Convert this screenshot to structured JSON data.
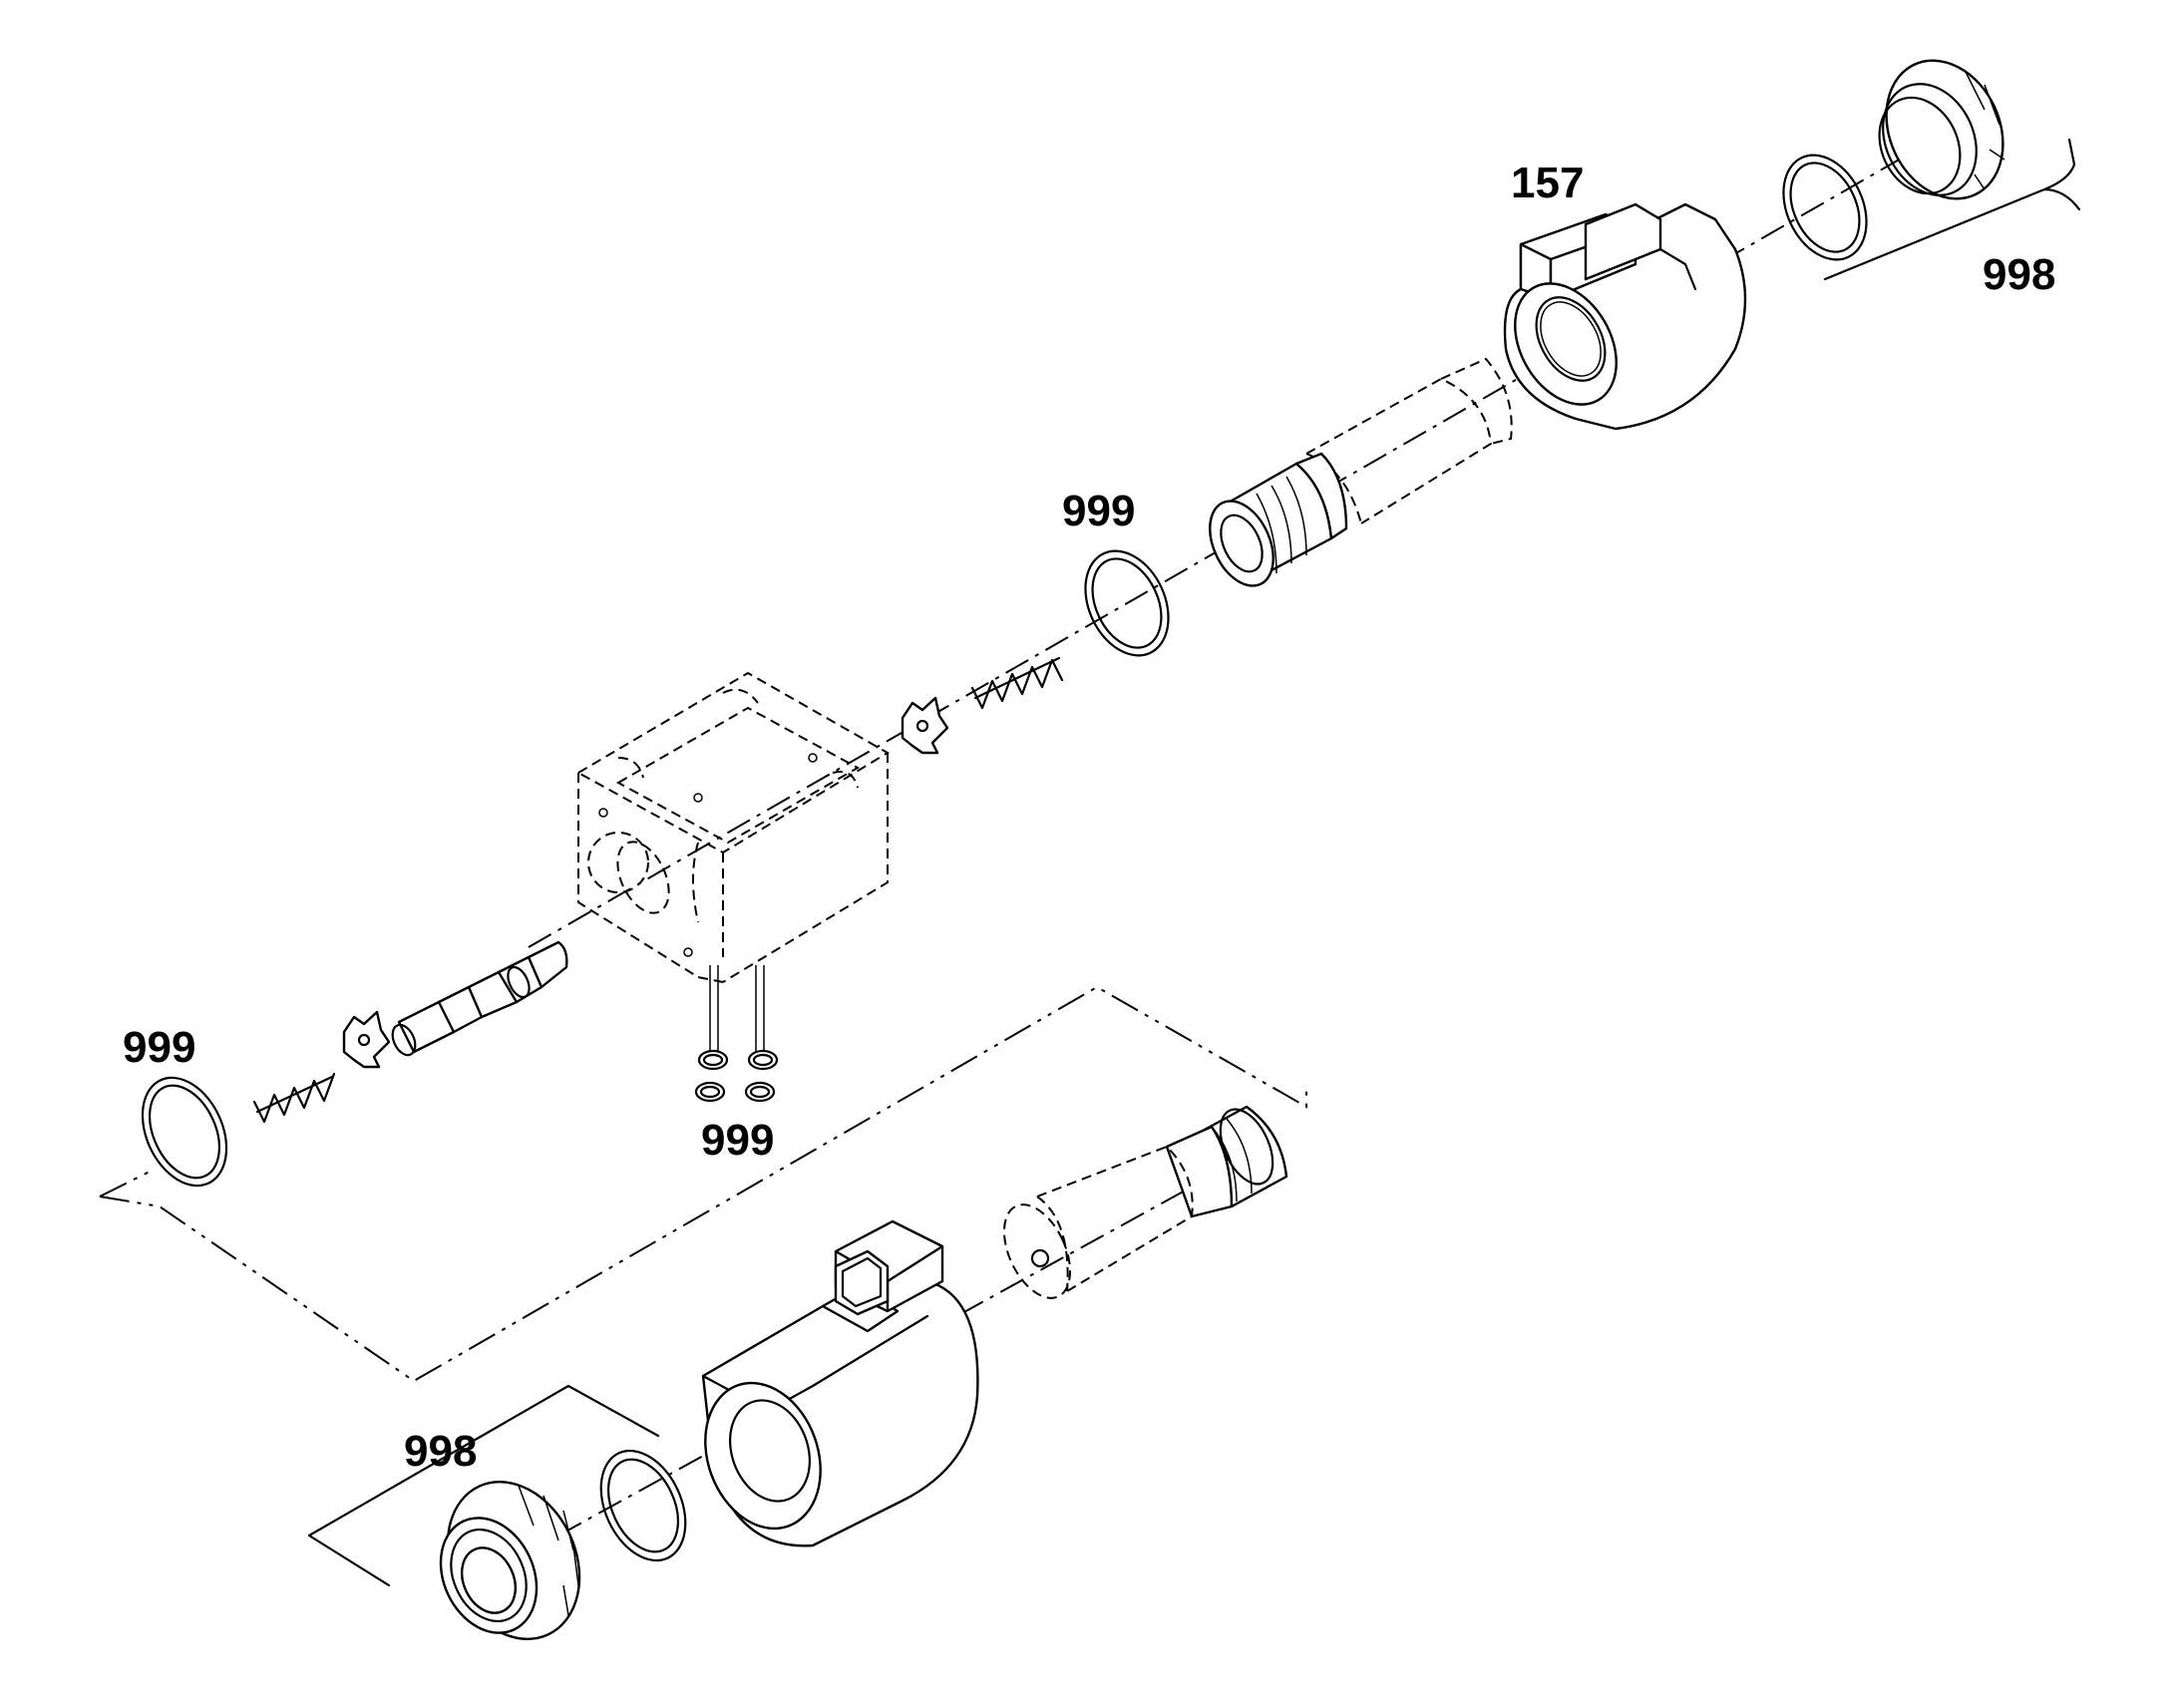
{
  "diagram": {
    "callouts": [
      {
        "id": "c157",
        "label": "157"
      },
      {
        "id": "c998_top",
        "label": "998"
      },
      {
        "id": "c999_mid",
        "label": "999"
      },
      {
        "id": "c999_left",
        "label": "999"
      },
      {
        "id": "c999_bottom",
        "label": "999"
      },
      {
        "id": "c998_bottom",
        "label": "998"
      }
    ]
  }
}
